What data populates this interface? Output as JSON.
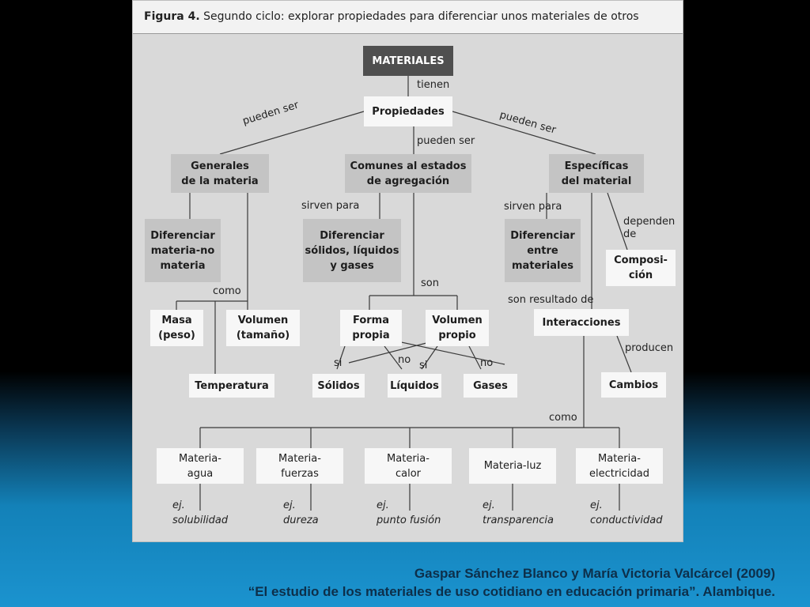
{
  "figure": {
    "title_bold": "Figura 4.",
    "title_rest": "Segundo ciclo: explorar propiedades para diferenciar unos materiales de otros",
    "nodes": {
      "materiales": "MATERIALES",
      "propiedades": "Propiedades",
      "generales": "Generales\nde la materia",
      "comunes": "Comunes al estados\nde agregación",
      "especificas": "Específicas\ndel material",
      "dif_materia": "Diferenciar\nmateria-no\nmateria",
      "dif_solidos": "Diferenciar\nsólidos, líquidos\ny gases",
      "dif_entre": "Diferenciar\nentre\nmateriales",
      "composicion": "Composi-\nción",
      "masa": "Masa\n(peso)",
      "volumen_tam": "Volumen\n(tamaño)",
      "forma": "Forma\npropia",
      "volumen_propio": "Volumen\npropio",
      "interacciones": "Interacciones",
      "temperatura": "Temperatura",
      "solidos": "Sólidos",
      "liquidos": "Líquidos",
      "gases": "Gases",
      "cambios": "Cambios",
      "agua": "Materia-\nagua",
      "fuerzas": "Materia-\nfuerzas",
      "calor": "Materia-\ncalor",
      "luz": "Materia-luz",
      "electricidad": "Materia-\nelectricidad"
    },
    "labels": {
      "tienen": "tienen",
      "pueden_ser_left": "pueden ser",
      "pueden_ser_center": "pueden ser",
      "pueden_ser_right": "pueden ser",
      "sirven_para_1": "sirven para",
      "sirven_para_2": "sirven para",
      "dependen_de": "dependen\nde",
      "son": "son",
      "como_1": "como",
      "son_resultado": "son resultado de",
      "si_1": "si",
      "no_1": "no",
      "si_2": "si",
      "no_2": "no",
      "producen": "producen",
      "como_2": "como"
    },
    "examples": {
      "agua": "ej.\nsolubilidad",
      "fuerzas": "ej.\ndureza",
      "calor": "ej.\npunto fusión",
      "luz": "ej.\ntransparencia",
      "electricidad": "ej.\nconductividad"
    }
  },
  "caption": {
    "line1": "Gaspar Sánchez Blanco y María Victoria Valcárcel (2009)",
    "line2": "“El estudio de los materiales de uso cotidiano en educación primaria”. Alambique."
  },
  "colors": {
    "figure_bg": "#d9d9d9",
    "box_light": "#f7f7f7",
    "box_gray": "#c4c4c4",
    "box_dark": "#4f4f4f",
    "caption": "#0d2f4a"
  }
}
